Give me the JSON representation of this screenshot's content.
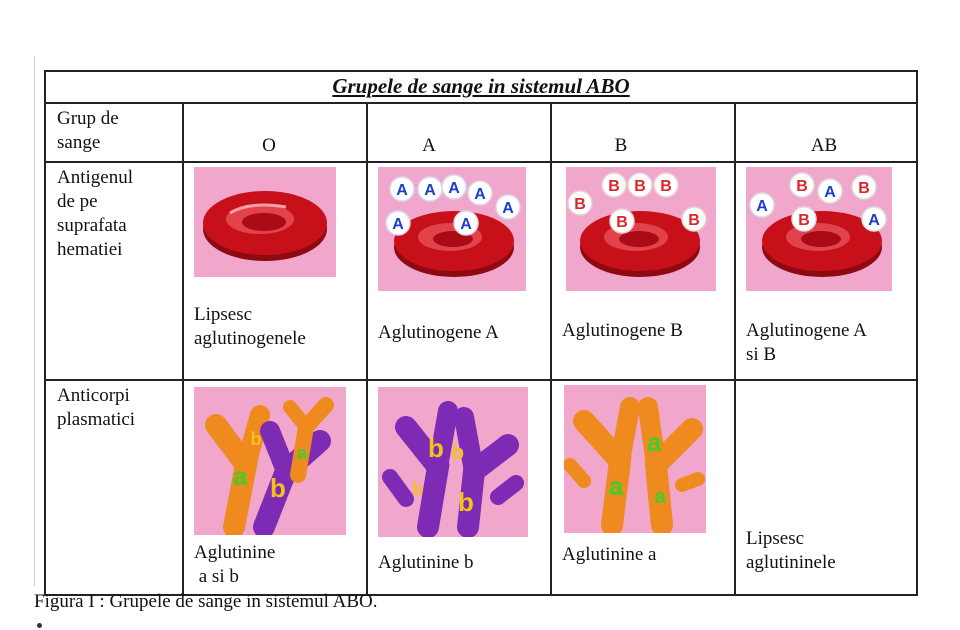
{
  "table": {
    "title": "Grupele de sange in sistemul ABO",
    "header": {
      "label_line1": "Grup de",
      "label_line2": "sange",
      "groups": [
        "O",
        "A",
        "B",
        "AB"
      ]
    },
    "antigen_row": {
      "label_lines": [
        "Antigenul",
        "de pe",
        "suprafata",
        "hematiei"
      ],
      "captions": [
        [
          "Lipsesc",
          "aglutinogenele"
        ],
        [
          "Aglutinogene A",
          ""
        ],
        [
          "Aglutinogene B",
          ""
        ],
        [
          "Aglutinogene A",
          "si B"
        ]
      ],
      "antigen_letters": {
        "A": "A",
        "B": "B"
      }
    },
    "antibody_row": {
      "label_lines": [
        "Anticorpi",
        "plasmatici"
      ],
      "captions": [
        [
          "Aglutinine",
          " a si b"
        ],
        [
          "Aglutinine b",
          ""
        ],
        [
          "Aglutinine a",
          ""
        ],
        [
          "Lipsesc",
          "aglutininele"
        ]
      ],
      "antibody_letters": {
        "a": "a",
        "b": "b"
      }
    }
  },
  "figure_caption": "Figura I : Grupele de sange in sistemul ABO.",
  "colors": {
    "pink_background": "#f0a7cb",
    "red_cell": "#c8101a",
    "antigen_a_text": "#1a3fc9",
    "antigen_b_text": "#d8282c",
    "antibody_a_orange": "#ee8a1e",
    "antibody_b_purple": "#7d2bb5",
    "label_a_green": "#3fcf2a",
    "label_b_yellow": "#f2c417"
  }
}
